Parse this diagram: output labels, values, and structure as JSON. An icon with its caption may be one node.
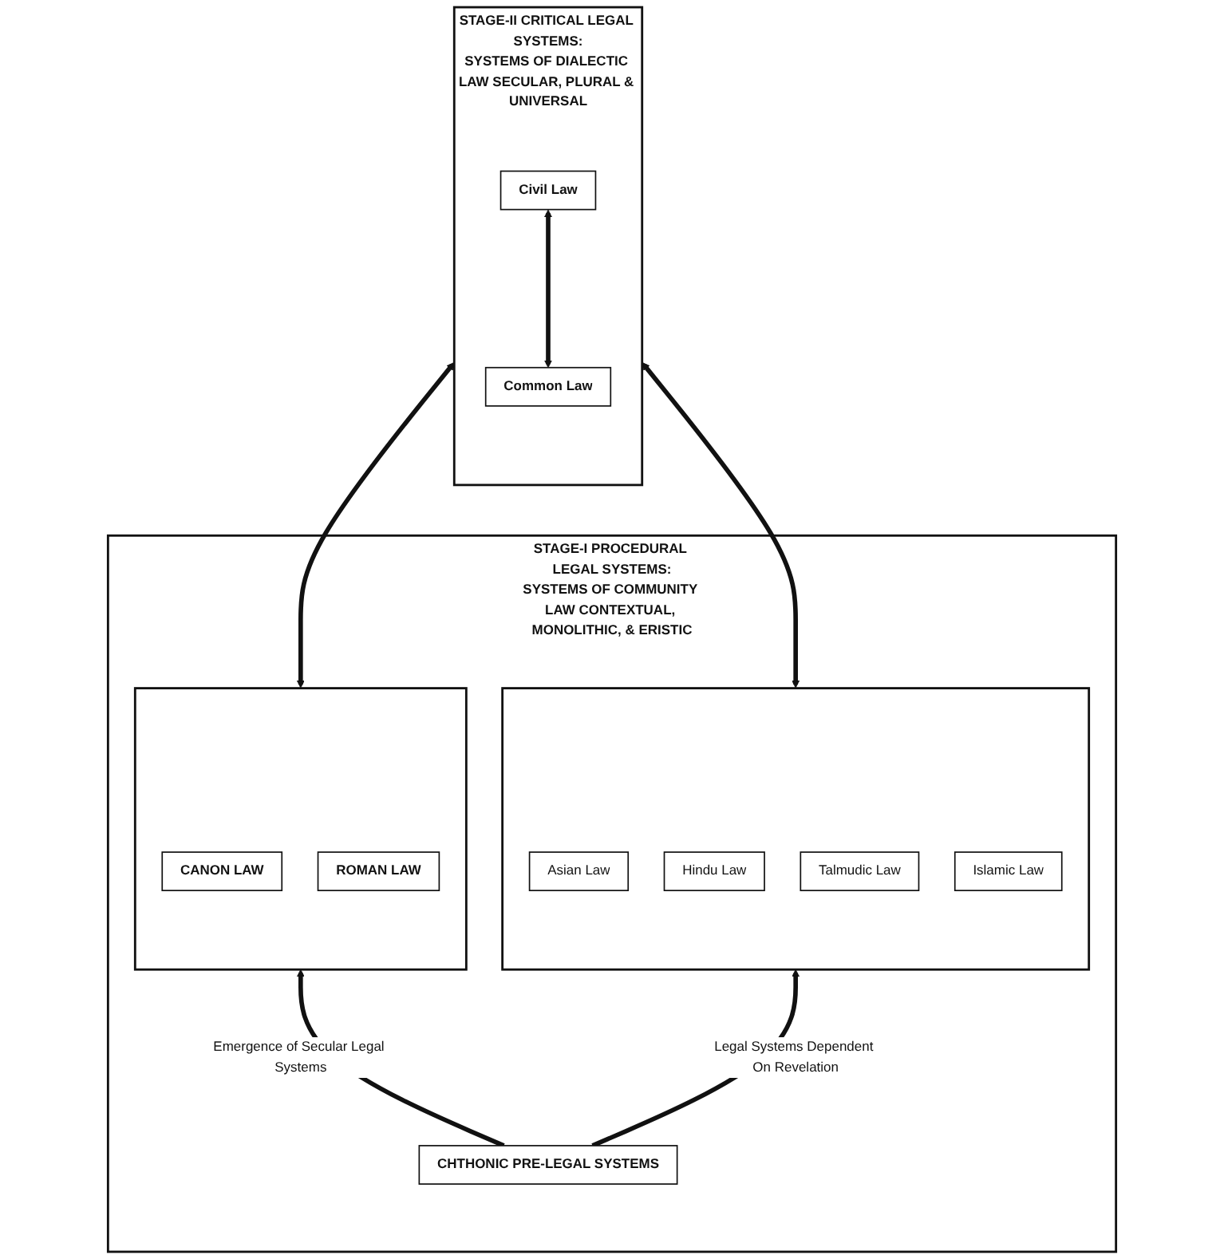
{
  "diagram": {
    "nodes": [
      {
        "text": [
          "STAGE-II CRITICAL LEGAL SYSTEMS:",
          "SYSTEMS OF DIALECTIC LAW SECULAR, PLURAL & UNIVERSAL"
        ]
      },
      {
        "text": [
          "Civil Law"
        ],
        "in": 0
      },
      {
        "text": [
          "Common Law"
        ],
        "in": 0
      },
      {
        "text": [
          "STAGE-I PROCEDURAL LEGAL SYSTEMS:",
          "SYSTEMS OF COMMUNITY LAW CONTEXTUAL, MONOLITHIC, & ERISTIC"
        ]
      },
      {
        "text": [],
        "shape": "box",
        "in": 3
      },
      {
        "text": [
          "CANON LAW"
        ],
        "in": 4
      },
      {
        "text": [
          "ROMAN LAW"
        ],
        "in": 4
      },
      {
        "text": [],
        "shape": "box",
        "in": 3
      },
      {
        "text": [
          "Asian Law"
        ],
        "in": 7
      },
      {
        "text": [
          "Hindu Law"
        ],
        "in": 7
      },
      {
        "text": [
          "Talmudic Law"
        ],
        "in": 7
      },
      {
        "text": [
          "Islamic Law"
        ],
        "in": 7
      },
      {
        "text": [
          "CHTHONIC PRE-LEGAL SYSTEMS"
        ],
        "in": 3
      }
    ],
    "edges": [
      {
        "from": 1,
        "to": 2,
        "arrow": "both"
      },
      {
        "from": 4,
        "to": 0,
        "arrow": "both"
      },
      {
        "from": 7,
        "to": 0,
        "arrow": "both"
      },
      {
        "from": 12,
        "to": 4,
        "arrow": "to",
        "label": "Emergence of Secular Legal Systems"
      },
      {
        "from": 12,
        "to": 7,
        "arrow": "to",
        "label": "Legal Systems Dependent On Revelation"
      }
    ]
  }
}
